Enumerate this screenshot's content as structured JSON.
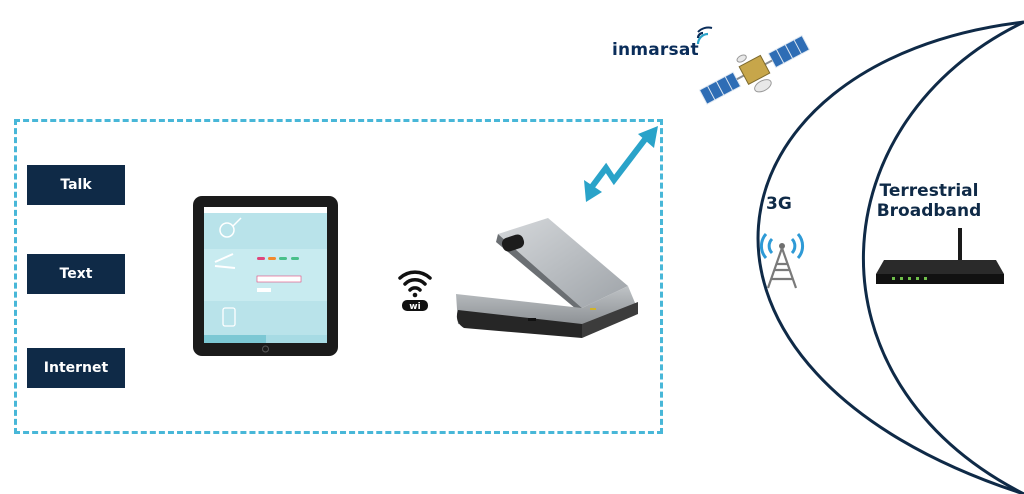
{
  "left_labels": {
    "talk": "Talk",
    "text": "Text",
    "internet": "Internet"
  },
  "satellite": {
    "brand": "inmarsat"
  },
  "networks": {
    "g3": "3G",
    "terrestrial_line1": "Terrestrial",
    "terrestrial_line2": "Broadband"
  },
  "icons": {
    "wifi": "wifi-icon",
    "tablet": "tablet-icon",
    "device": "satellite-hotspot-device-icon",
    "signal": "zigzag-signal-arrow-icon",
    "satellite": "satellite-icon",
    "tower": "cell-tower-icon",
    "router": "router-icon"
  },
  "colors": {
    "label_bg": "#0f2a47",
    "dashed_border": "#48b7d8",
    "arc_stroke": "#0f2a47",
    "signal_arrow": "#2aa3c9",
    "tower_waves": "#2e9ad6"
  }
}
